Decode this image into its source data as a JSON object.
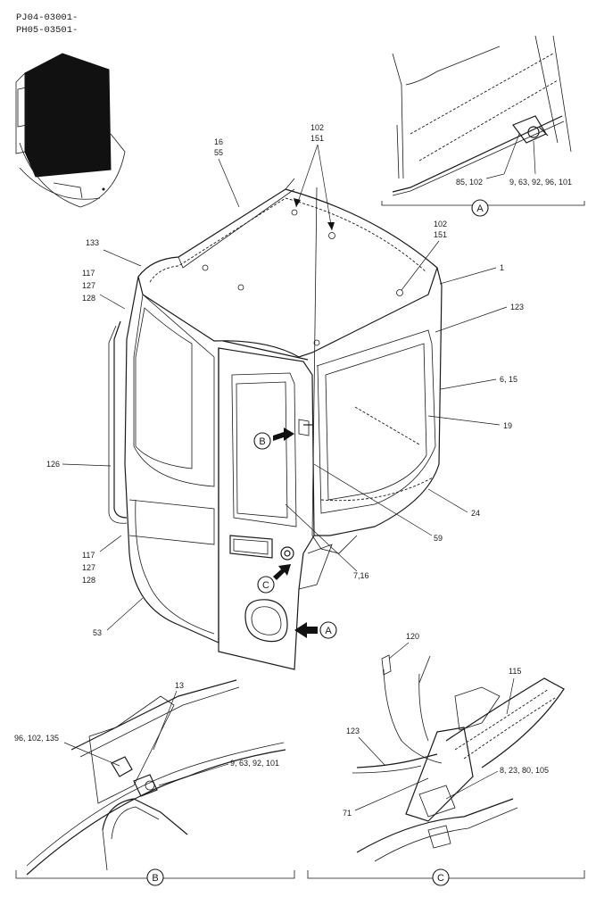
{
  "header": {
    "line1": "PJ04-03001-",
    "line2": "PH05-03501-"
  },
  "callouts": {
    "a": "A",
    "b": "B",
    "c": "C"
  },
  "parts": {
    "p16_55_a": "16",
    "p16_55_b": "55",
    "p102_151_top_a": "102",
    "p102_151_top_b": "151",
    "p102_151_right_a": "102",
    "p102_151_right_b": "151",
    "p133": "133",
    "p117_top_a": "117",
    "p117_top_b": "127",
    "p117_top_c": "128",
    "p1": "1",
    "p123": "123",
    "p6_15": "6, 15",
    "p19": "19",
    "p126": "126",
    "p24": "24",
    "p59": "59",
    "p117_bot_a": "117",
    "p117_bot_b": "127",
    "p117_bot_c": "128",
    "p7_16": "7,16",
    "p53": "53",
    "detA_85_102": "85, 102",
    "detA_9_63": "9, 63, 92, 96, 101",
    "detB_13": "13",
    "detB_96": "96, 102, 135",
    "detB_9_63": "9, 63, 92, 101",
    "detC_120": "120",
    "detC_115": "115",
    "detC_123": "123",
    "detC_8_23": "8, 23, 80, 105",
    "detC_71": "71"
  }
}
